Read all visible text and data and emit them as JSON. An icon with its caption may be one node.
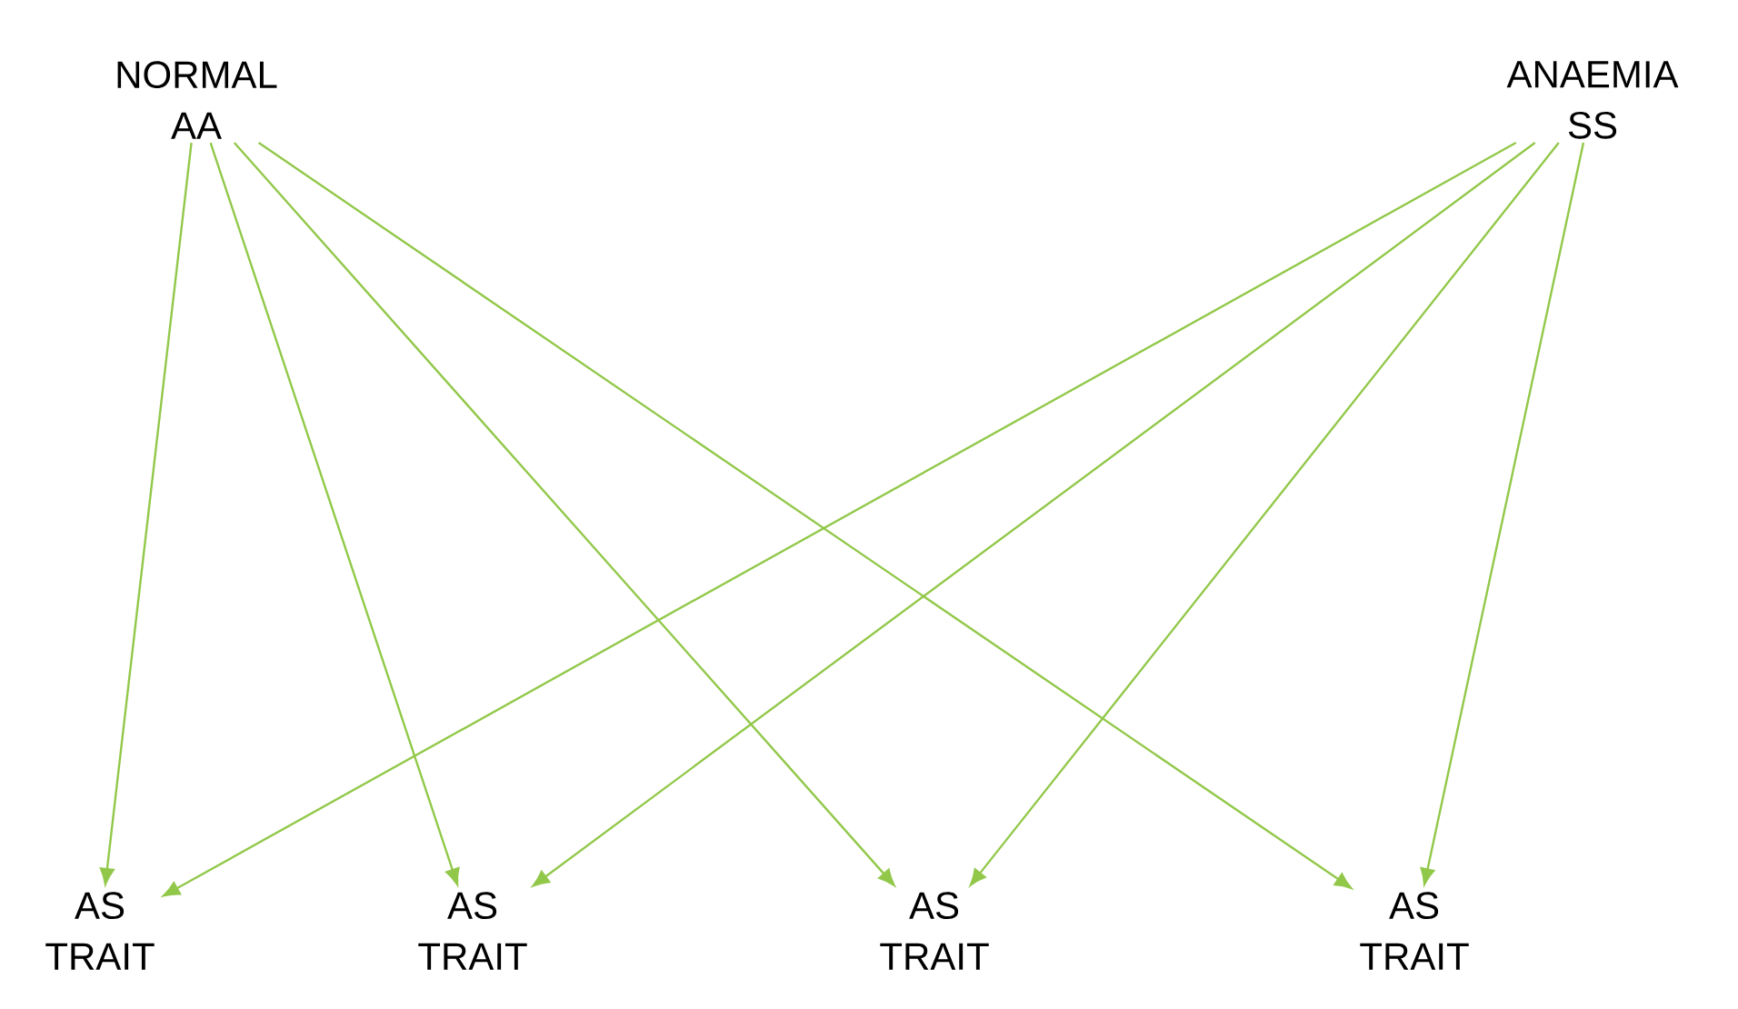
{
  "diagram": {
    "nodes": [
      {
        "text": [
          "NORMAL",
          "AA"
        ]
      },
      {
        "text": [
          "ANAEMIA",
          "SS"
        ]
      },
      {
        "text": [
          "AS TRAIT"
        ]
      },
      {
        "text": [
          "AS TRAIT"
        ]
      },
      {
        "text": [
          "AS TRAIT"
        ]
      },
      {
        "text": [
          "AS TRAIT"
        ]
      }
    ],
    "edges": [
      {
        "from": 0,
        "to": 2,
        "arrow": "to"
      },
      {
        "from": 0,
        "to": 3,
        "arrow": "to"
      },
      {
        "from": 0,
        "to": 4,
        "arrow": "to"
      },
      {
        "from": 0,
        "to": 5,
        "arrow": "to"
      },
      {
        "from": 1,
        "to": 2,
        "arrow": "to"
      },
      {
        "from": 1,
        "to": 3,
        "arrow": "to"
      },
      {
        "from": 1,
        "to": 4,
        "arrow": "to"
      },
      {
        "from": 1,
        "to": 5,
        "arrow": "to"
      }
    ]
  }
}
